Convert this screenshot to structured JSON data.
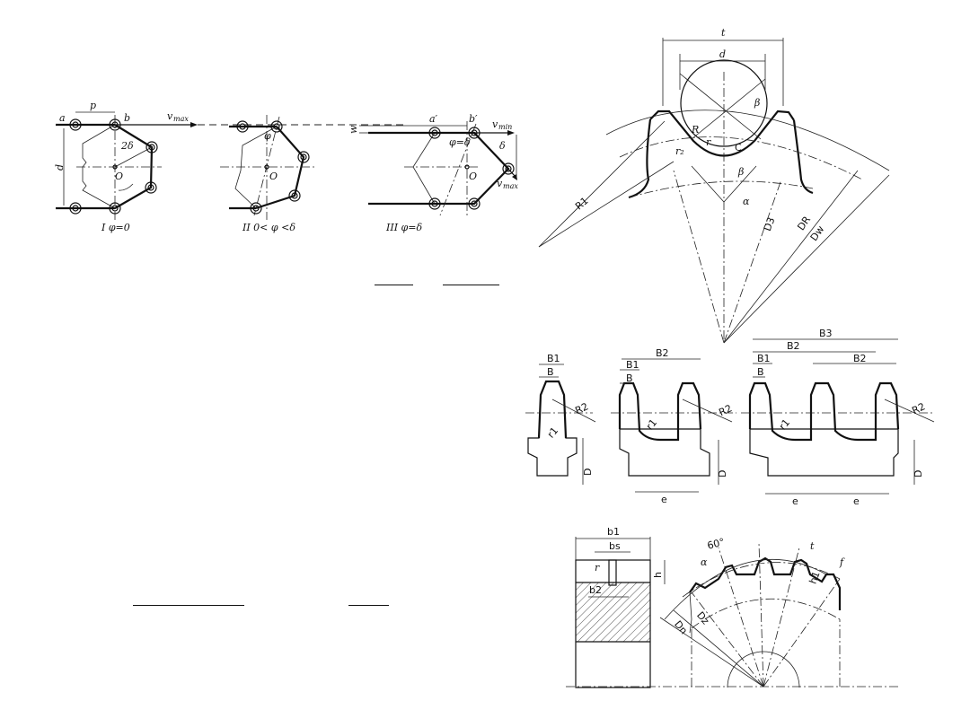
{
  "figure_chain_polygon": {
    "labels": {
      "p": "p",
      "a": "a",
      "b": "b",
      "v_max": "v",
      "v_max_sub": "max",
      "d": "d",
      "two_delta": "2δ",
      "O": "O",
      "a_prime": "a′",
      "b_prime": "b′",
      "v_min": "v",
      "v_min_sub": "min",
      "v_max2": "v",
      "v_max2_sub": "max",
      "w": "w",
      "phi": "φ",
      "phi_delta": "φ=δ",
      "delta": "δ"
    },
    "captions": [
      "I   φ=0",
      "II  0< φ <δ",
      "III  φ=δ"
    ]
  },
  "figure_tooth_profile": {
    "labels": {
      "t": "t",
      "d": "d",
      "R": "R",
      "r": "r",
      "C": "C",
      "beta": "β",
      "beta2": "β",
      "alpha": "α",
      "R1": "R1",
      "r2": "r₂",
      "D3": "D3",
      "DR": "DR",
      "Dw": "Dw"
    }
  },
  "figure_sprocket_sections": {
    "labels": {
      "B1": "B1",
      "B": "B",
      "B2": "B2",
      "B3": "B3",
      "R2": "R2",
      "r1": "r1",
      "D": "D",
      "e": "e"
    }
  },
  "figure_toothed_wheel": {
    "labels": {
      "b1": "b1",
      "bs": "bs",
      "r": "r",
      "h": "h",
      "b2": "b2",
      "angle60": "60°",
      "alpha": "α",
      "t": "t",
      "h1": "h1",
      "f": "f",
      "Dn": "Dn",
      "Dz": "Dz"
    }
  }
}
